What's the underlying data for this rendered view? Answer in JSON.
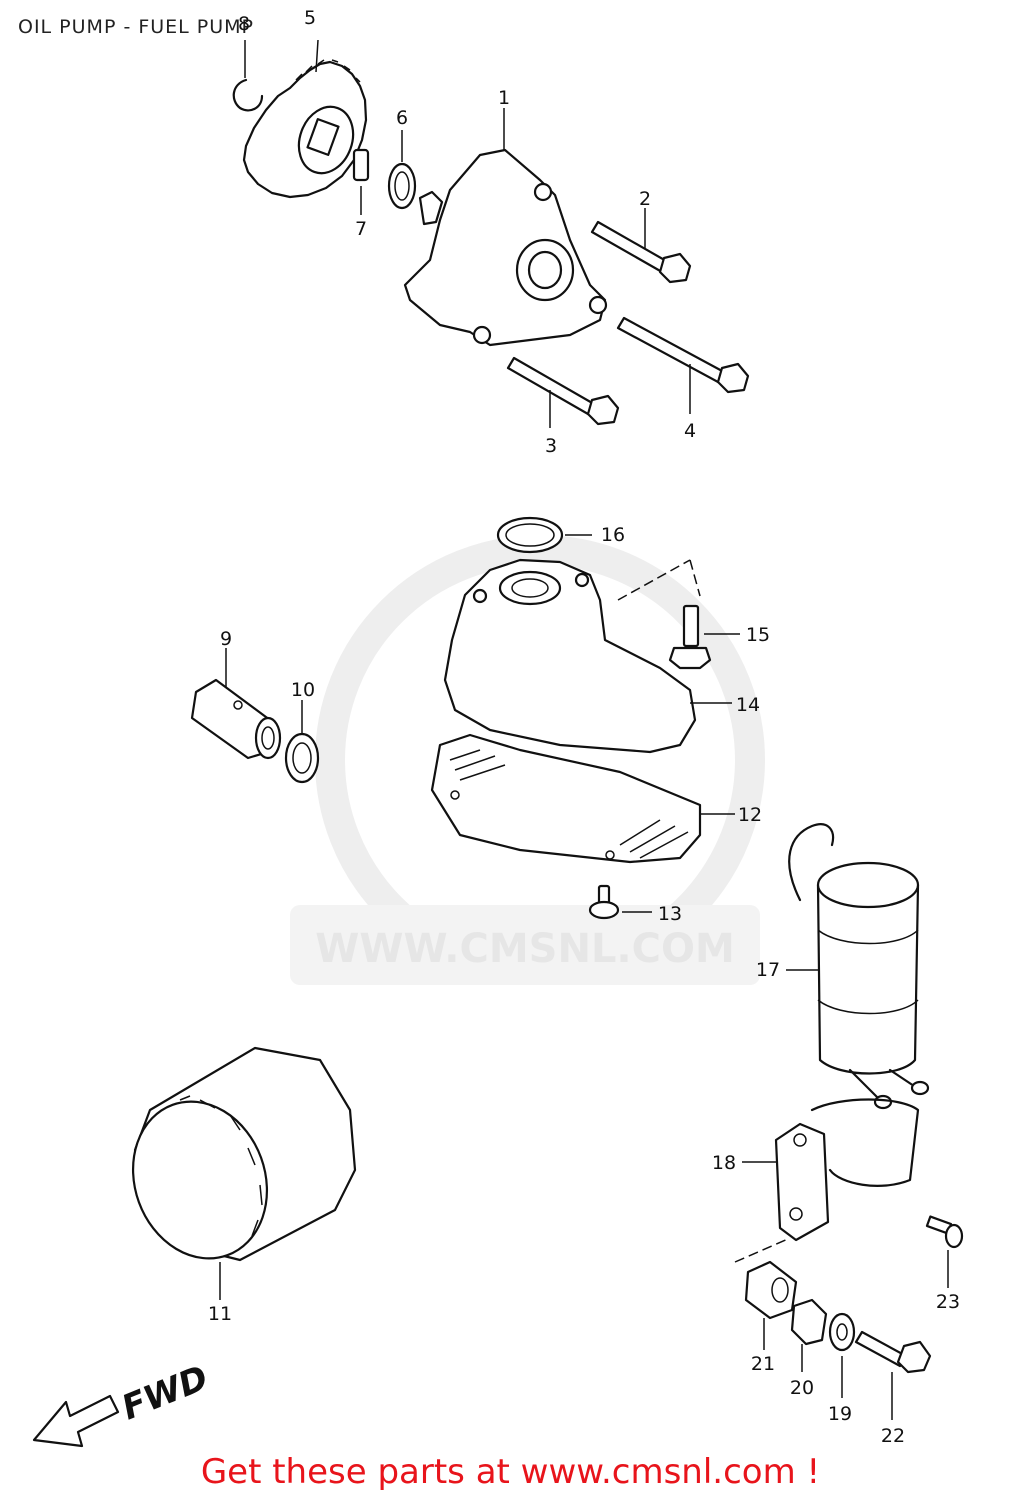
{
  "title": "OIL PUMP - FUEL PUMP",
  "watermark": "WWW.CMSNL.COM",
  "direction_label": "FWD",
  "footer": "Get these parts at www.cmsnl.com !",
  "part_numbers": [
    "1",
    "2",
    "3",
    "4",
    "5",
    "6",
    "7",
    "8",
    "9",
    "10",
    "11",
    "12",
    "13",
    "14",
    "15",
    "16",
    "17",
    "18",
    "19",
    "20",
    "21",
    "22",
    "23"
  ],
  "colors": {
    "footer": "#e8141b",
    "line": "#111111",
    "watermark": "#e6e6e6"
  }
}
